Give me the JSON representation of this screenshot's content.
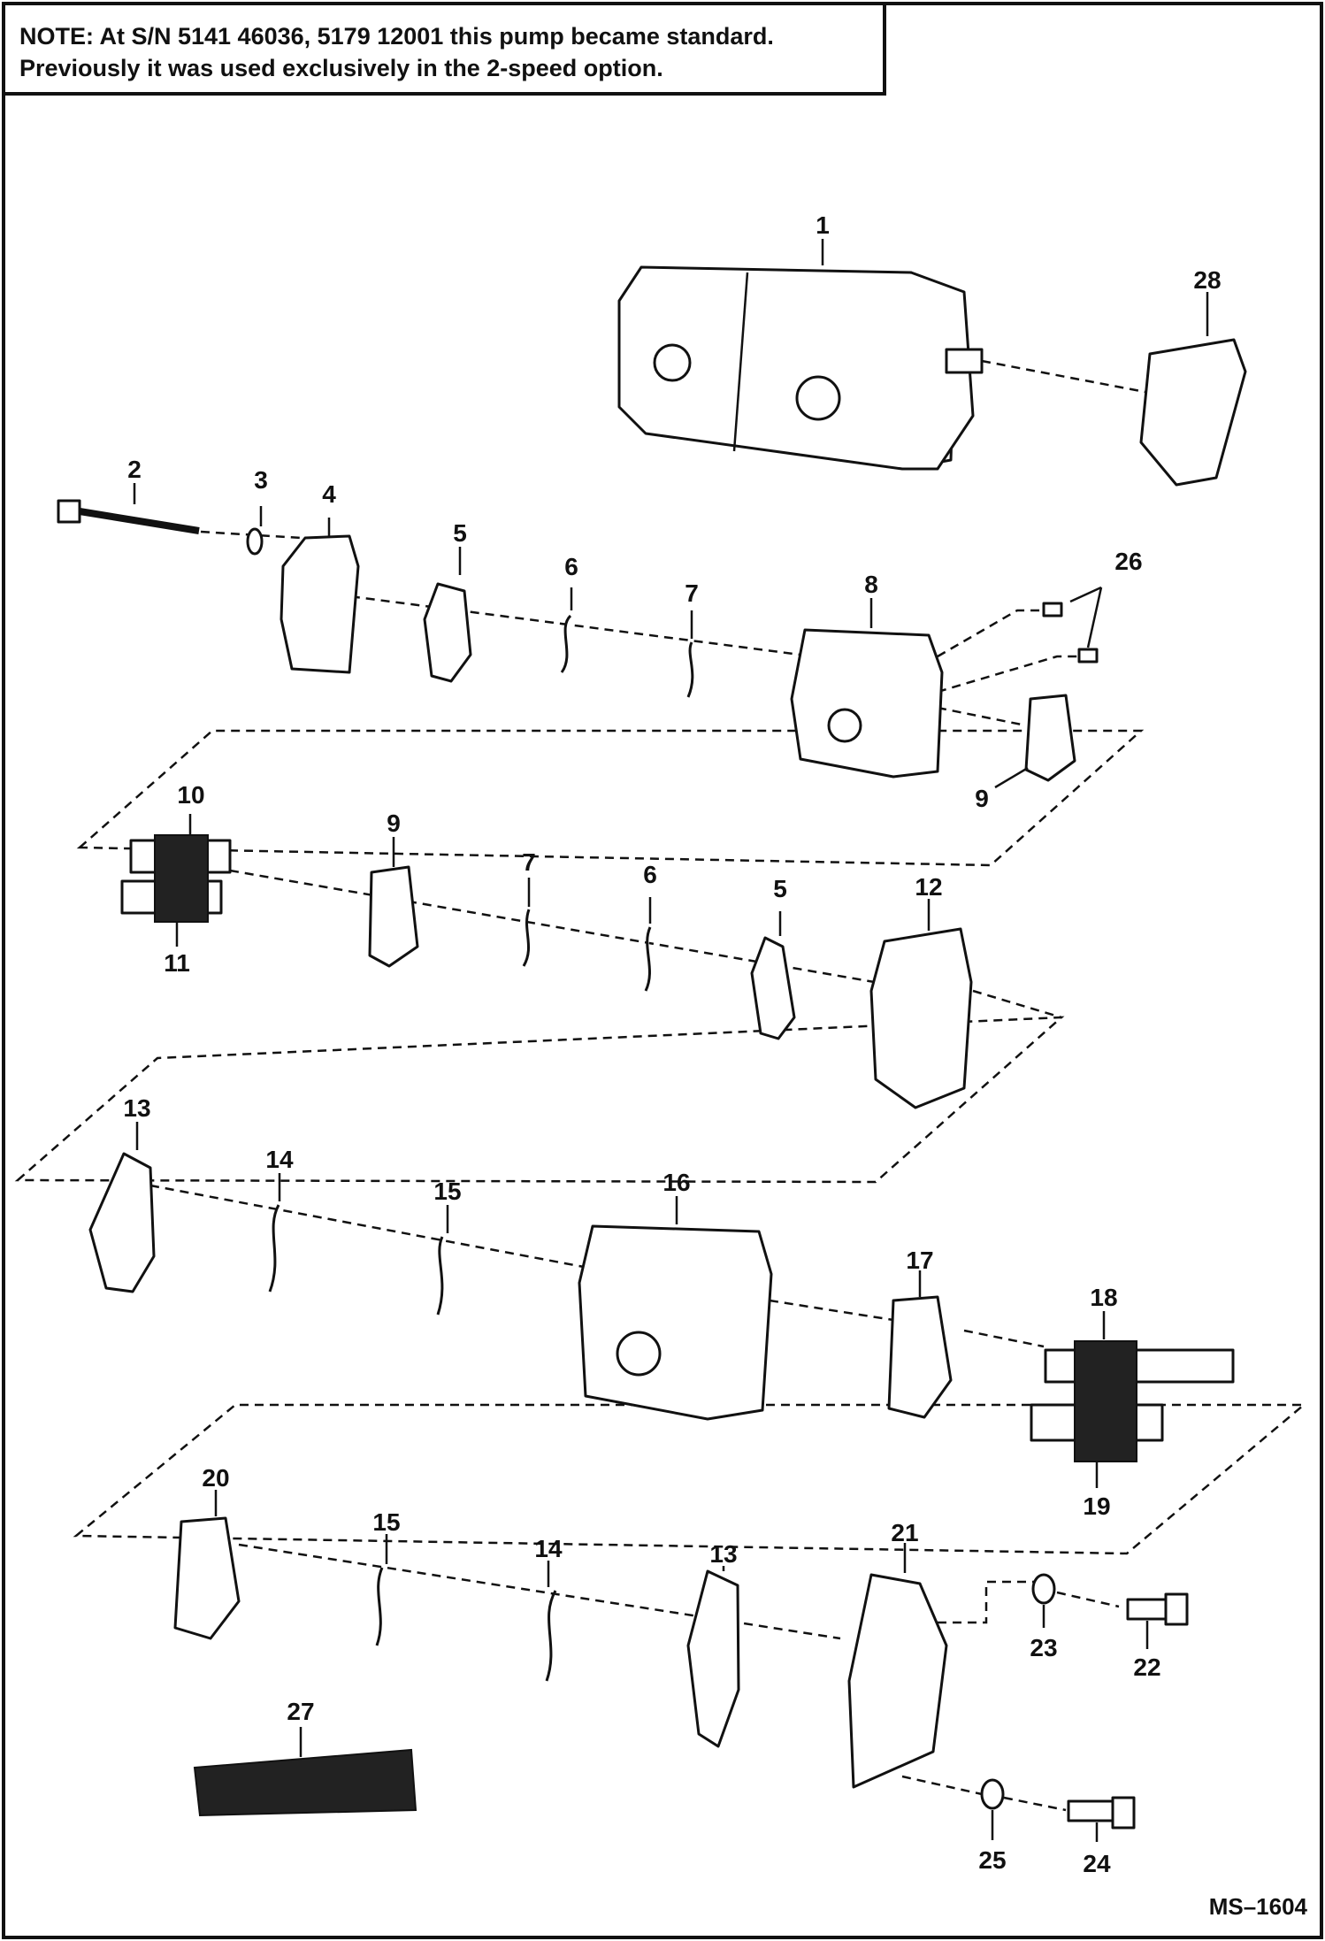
{
  "note": {
    "line1": "NOTE: At S/N 5141 46036, 5179 12001 this pump became standard.",
    "line2": "Previously it was used exclusively in the 2-speed option."
  },
  "drawing_code": "MS–1604",
  "callouts": {
    "c1": "1",
    "c2": "2",
    "c3": "3",
    "c4": "4",
    "c5a": "5",
    "c6a": "6",
    "c7a": "7",
    "c8": "8",
    "c26": "26",
    "c9a": "9",
    "c28": "28",
    "c10": "10",
    "c11": "11",
    "c9b": "9",
    "c7b": "7",
    "c6b": "6",
    "c5b": "5",
    "c12": "12",
    "c13a": "13",
    "c14a": "14",
    "c15a": "15",
    "c16": "16",
    "c17": "17",
    "c18": "18",
    "c19": "19",
    "c20": "20",
    "c15b": "15",
    "c14b": "14",
    "c13b": "13",
    "c21": "21",
    "c23": "23",
    "c22": "22",
    "c27": "27",
    "c25": "25",
    "c24": "24"
  }
}
